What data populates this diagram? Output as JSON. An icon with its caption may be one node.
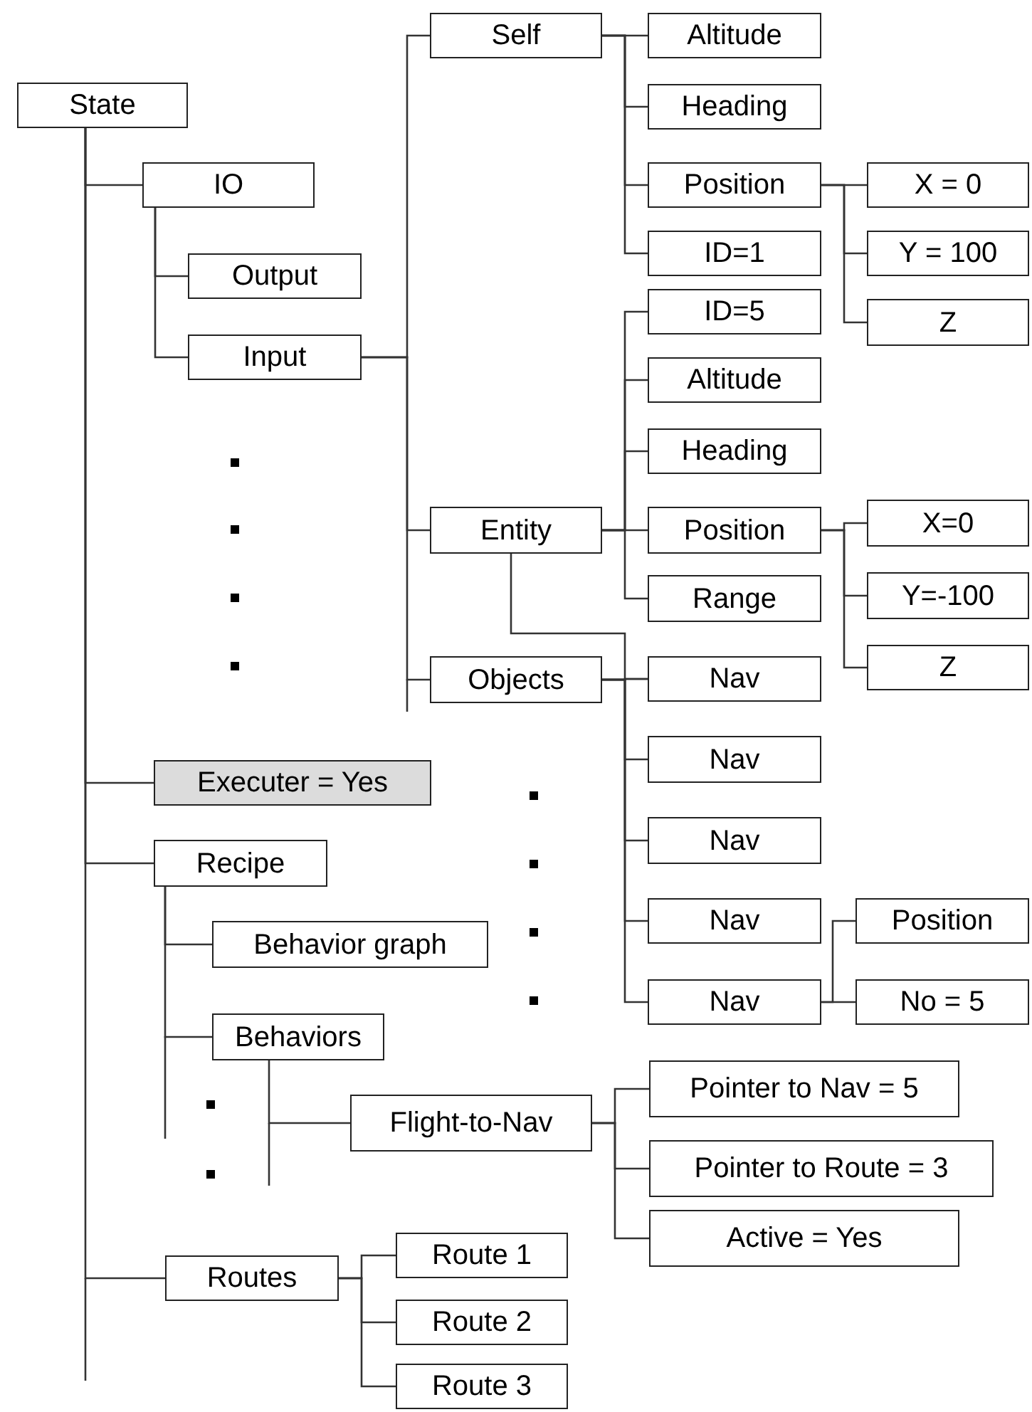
{
  "diagram": {
    "nodes": [
      {
        "text": [
          "State"
        ]
      },
      {
        "text": [
          "IO"
        ]
      },
      {
        "text": [
          "Output"
        ]
      },
      {
        "text": [
          "Input"
        ]
      },
      {
        "text": [
          "Self"
        ]
      },
      {
        "text": [
          "Altitude"
        ]
      },
      {
        "text": [
          "Heading"
        ]
      },
      {
        "text": [
          "Position"
        ]
      },
      {
        "text": [
          "X = 0"
        ]
      },
      {
        "text": [
          "Y = 100"
        ]
      },
      {
        "text": [
          "Z"
        ]
      },
      {
        "text": [
          "ID=1"
        ]
      },
      {
        "text": [
          "Entity"
        ]
      },
      {
        "text": [
          "ID=5"
        ]
      },
      {
        "text": [
          "Altitude"
        ]
      },
      {
        "text": [
          "Heading"
        ]
      },
      {
        "text": [
          "Position"
        ]
      },
      {
        "text": [
          "X=0"
        ]
      },
      {
        "text": [
          "Y=-100"
        ]
      },
      {
        "text": [
          "Z"
        ]
      },
      {
        "text": [
          "Range"
        ]
      },
      {
        "text": [
          "Objects"
        ]
      },
      {
        "text": [
          "Nav"
        ]
      },
      {
        "text": [
          "Nav"
        ]
      },
      {
        "text": [
          "Nav"
        ]
      },
      {
        "text": [
          "Nav"
        ]
      },
      {
        "text": [
          "Nav"
        ]
      },
      {
        "text": [
          "Position"
        ]
      },
      {
        "text": [
          "No = 5"
        ]
      },
      {
        "text": [
          "Executer = Yes"
        ]
      },
      {
        "text": [
          "Recipe"
        ]
      },
      {
        "text": [
          "Behavior graph"
        ]
      },
      {
        "text": [
          "Behaviors"
        ]
      },
      {
        "text": [
          "Flight-to-Nav"
        ]
      },
      {
        "text": [
          "Pointer to Nav = 5"
        ]
      },
      {
        "text": [
          "Pointer to Route = 3"
        ]
      },
      {
        "text": [
          "Active = Yes"
        ]
      },
      {
        "text": [
          "Routes"
        ]
      },
      {
        "text": [
          "Route 1"
        ]
      },
      {
        "text": [
          "Route 2"
        ]
      },
      {
        "text": [
          "Route 3"
        ]
      }
    ],
    "edges": [
      {
        "from": 0,
        "to": 1,
        "arrow": "none"
      },
      {
        "from": 1,
        "to": 2,
        "arrow": "none"
      },
      {
        "from": 1,
        "to": 3,
        "arrow": "none"
      },
      {
        "from": 3,
        "to": 4,
        "arrow": "none"
      },
      {
        "from": 4,
        "to": 5,
        "arrow": "none"
      },
      {
        "from": 4,
        "to": 6,
        "arrow": "none"
      },
      {
        "from": 4,
        "to": 7,
        "arrow": "none"
      },
      {
        "from": 7,
        "to": 8,
        "arrow": "none"
      },
      {
        "from": 7,
        "to": 9,
        "arrow": "none"
      },
      {
        "from": 7,
        "to": 10,
        "arrow": "none"
      },
      {
        "from": 4,
        "to": 11,
        "arrow": "none"
      },
      {
        "from": 3,
        "to": 12,
        "arrow": "none"
      },
      {
        "from": 12,
        "to": 13,
        "arrow": "none"
      },
      {
        "from": 12,
        "to": 14,
        "arrow": "none"
      },
      {
        "from": 12,
        "to": 15,
        "arrow": "none"
      },
      {
        "from": 12,
        "to": 16,
        "arrow": "none"
      },
      {
        "from": 16,
        "to": 17,
        "arrow": "none"
      },
      {
        "from": 16,
        "to": 18,
        "arrow": "none"
      },
      {
        "from": 16,
        "to": 19,
        "arrow": "none"
      },
      {
        "from": 12,
        "to": 20,
        "arrow": "none"
      },
      {
        "from": 3,
        "to": 21,
        "arrow": "none"
      },
      {
        "from": 12,
        "to": 22,
        "arrow": "none"
      },
      {
        "from": 21,
        "to": 22,
        "arrow": "none"
      },
      {
        "from": 21,
        "to": 23,
        "arrow": "none"
      },
      {
        "from": 21,
        "to": 24,
        "arrow": "none"
      },
      {
        "from": 21,
        "to": 25,
        "arrow": "none"
      },
      {
        "from": 21,
        "to": 26,
        "arrow": "none"
      },
      {
        "from": 26,
        "to": 27,
        "arrow": "none"
      },
      {
        "from": 26,
        "to": 28,
        "arrow": "none"
      },
      {
        "from": 0,
        "to": 29,
        "arrow": "none"
      },
      {
        "from": 0,
        "to": 30,
        "arrow": "none"
      },
      {
        "from": 30,
        "to": 31,
        "arrow": "none"
      },
      {
        "from": 30,
        "to": 32,
        "arrow": "none"
      },
      {
        "from": 32,
        "to": 33,
        "arrow": "none"
      },
      {
        "from": 33,
        "to": 34,
        "arrow": "none"
      },
      {
        "from": 33,
        "to": 35,
        "arrow": "none"
      },
      {
        "from": 33,
        "to": 36,
        "arrow": "none"
      },
      {
        "from": 0,
        "to": 37,
        "arrow": "none"
      },
      {
        "from": 37,
        "to": 38,
        "arrow": "none"
      },
      {
        "from": 37,
        "to": 39,
        "arrow": "none"
      },
      {
        "from": 37,
        "to": 40,
        "arrow": "none"
      }
    ]
  }
}
